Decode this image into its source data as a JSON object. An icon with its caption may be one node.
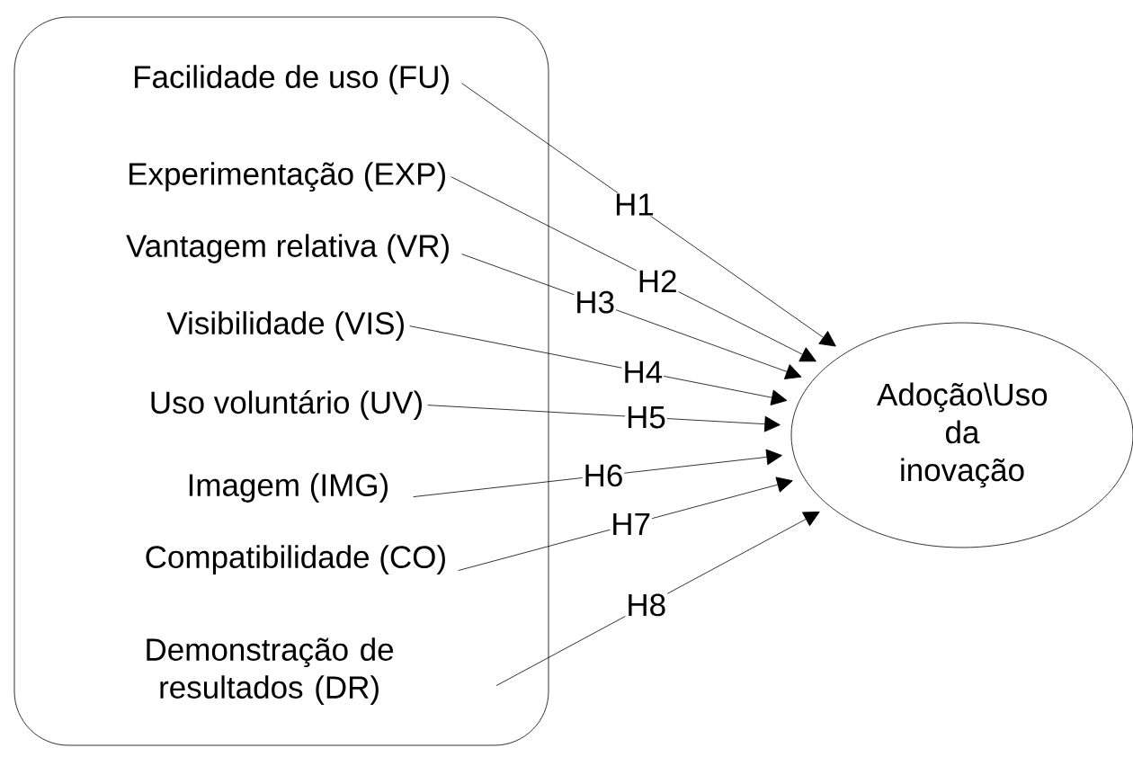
{
  "diagram": {
    "nodes": [
      {
        "text": [],
        "shape": "box"
      },
      {
        "text": [
          "Facilidade de uso (FU)"
        ],
        "in": 0
      },
      {
        "text": [
          "Experimentação (EXP)"
        ],
        "in": 0
      },
      {
        "text": [
          "Vantagem relativa (VR)"
        ],
        "in": 0
      },
      {
        "text": [
          "Visibilidade (VIS)"
        ],
        "in": 0
      },
      {
        "text": [
          "Uso voluntário (UV)"
        ],
        "in": 0
      },
      {
        "text": [
          "Imagem (IMG)"
        ],
        "in": 0
      },
      {
        "text": [
          "Compatibilidade (CO)"
        ],
        "in": 0
      },
      {
        "text": [
          "Demonstração de resultados (DR)"
        ],
        "in": 0
      },
      {
        "text": [
          "Adoção\\Uso da inovação"
        ]
      }
    ],
    "edges": [
      {
        "from": 1,
        "to": 9,
        "arrow": "to",
        "label": "H1"
      },
      {
        "from": 2,
        "to": 9,
        "arrow": "to",
        "label": "H2"
      },
      {
        "from": 3,
        "to": 9,
        "arrow": "to",
        "label": "H3"
      },
      {
        "from": 4,
        "to": 9,
        "arrow": "to",
        "label": "H4"
      },
      {
        "from": 5,
        "to": 9,
        "arrow": "to",
        "label": "H5"
      },
      {
        "from": 6,
        "to": 9,
        "arrow": "to",
        "label": "H6"
      },
      {
        "from": 7,
        "to": 9,
        "arrow": "to",
        "label": "H7"
      },
      {
        "from": 8,
        "to": 9,
        "arrow": "to",
        "label": "H8"
      }
    ]
  }
}
